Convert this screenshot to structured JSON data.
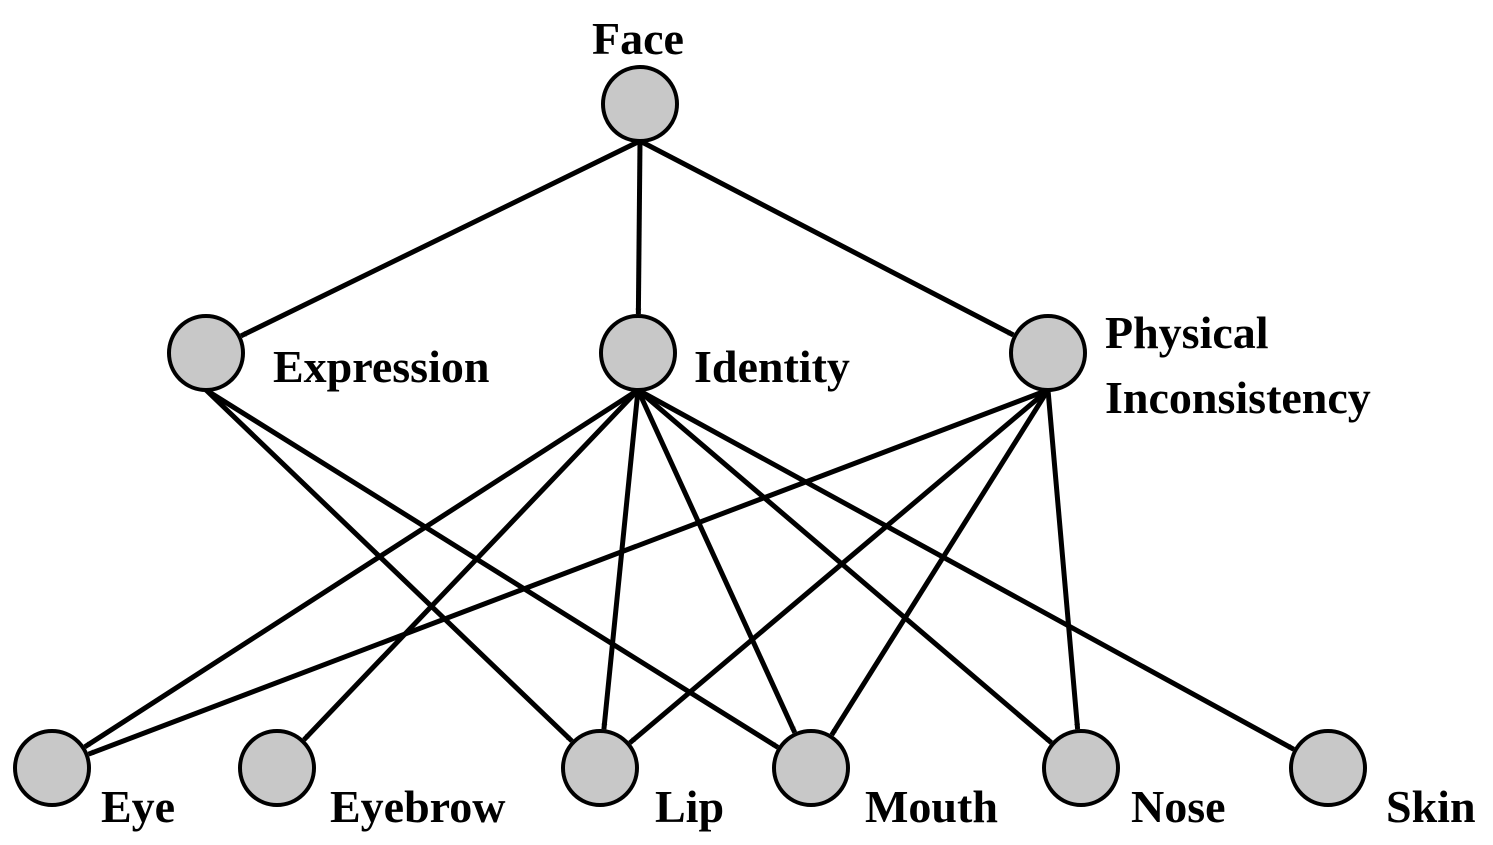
{
  "diagram": {
    "nodes": [
      {
        "id": "face",
        "label": [
          "Face"
        ]
      },
      {
        "id": "expression",
        "label": [
          "Expression"
        ]
      },
      {
        "id": "identity",
        "label": [
          "Identity"
        ]
      },
      {
        "id": "physical",
        "label": [
          "Physical",
          "Inconsistency"
        ]
      },
      {
        "id": "eye",
        "label": [
          "Eye"
        ]
      },
      {
        "id": "eyebrow",
        "label": [
          "Eyebrow"
        ]
      },
      {
        "id": "lip",
        "label": [
          "Lip"
        ]
      },
      {
        "id": "mouth",
        "label": [
          "Mouth"
        ]
      },
      {
        "id": "nose",
        "label": [
          "Nose"
        ]
      },
      {
        "id": "skin",
        "label": [
          "Skin"
        ]
      }
    ],
    "edges": [
      {
        "from": "face",
        "to": "expression"
      },
      {
        "from": "face",
        "to": "identity"
      },
      {
        "from": "face",
        "to": "physical"
      },
      {
        "from": "expression",
        "to": "lip"
      },
      {
        "from": "expression",
        "to": "mouth"
      },
      {
        "from": "identity",
        "to": "eye"
      },
      {
        "from": "identity",
        "to": "eyebrow"
      },
      {
        "from": "identity",
        "to": "lip"
      },
      {
        "from": "identity",
        "to": "mouth"
      },
      {
        "from": "identity",
        "to": "nose"
      },
      {
        "from": "identity",
        "to": "skin"
      },
      {
        "from": "physical",
        "to": "eye"
      },
      {
        "from": "physical",
        "to": "lip"
      },
      {
        "from": "physical",
        "to": "mouth"
      },
      {
        "from": "physical",
        "to": "nose"
      }
    ],
    "colors": {
      "node_fill": "#c8c8c8",
      "stroke": "#000000"
    }
  }
}
